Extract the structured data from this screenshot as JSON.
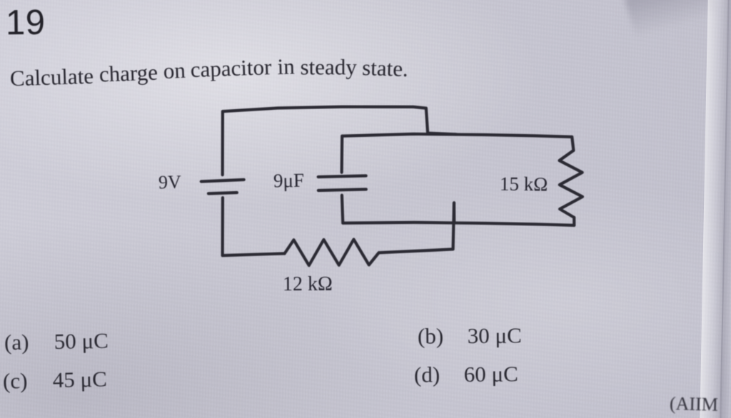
{
  "question": {
    "number": "19",
    "text_words": [
      "Calculate",
      "charge",
      "on",
      "capacitor",
      "in",
      "steady",
      "state."
    ],
    "full_text": "Calculate charge on capacitor in steady state."
  },
  "circuit": {
    "battery": {
      "label": "9V",
      "value": 9,
      "unit": "V",
      "symbol": "battery"
    },
    "capacitor": {
      "label": "9μF",
      "value": 9,
      "unit": "μF",
      "symbol": "capacitor"
    },
    "resistor_right": {
      "label": "15 kΩ",
      "value": 15,
      "unit": "kΩ",
      "symbol": "resistor-vertical"
    },
    "resistor_bottom": {
      "label": "12 kΩ",
      "value": 12,
      "unit": "kΩ",
      "symbol": "resistor-horizontal"
    },
    "ink_color": "#2b2a33"
  },
  "options": [
    {
      "tag": "(a)",
      "value": "50 μC"
    },
    {
      "tag": "(b)",
      "value": "30 μC"
    },
    {
      "tag": "(c)",
      "value": "45 μC"
    },
    {
      "tag": "(d)",
      "value": "60 μC"
    }
  ],
  "source_tag": "(AIIM",
  "colors": {
    "paper": "#c9c8d3",
    "ink": "#2b2a33"
  }
}
